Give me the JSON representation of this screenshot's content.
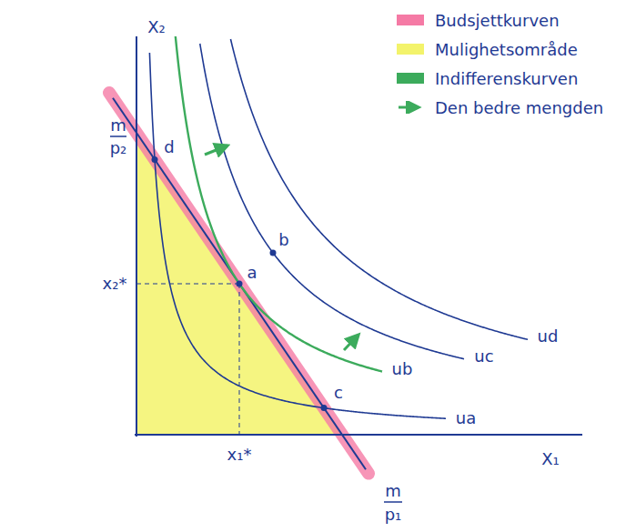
{
  "diagram": {
    "labels": [
      "X₂",
      "m",
      "p₂",
      "x₂*",
      "x₁*",
      "X₁",
      "m",
      "p₁",
      "d",
      "a",
      "b",
      "c",
      "ua",
      "ub",
      "uc",
      "ud"
    ],
    "legend": [
      {
        "text": "Budsjettkurven",
        "color": "#f57aa5"
      },
      {
        "text": "Mulighetsområde",
        "color": "#f3f36b"
      },
      {
        "text": "Indifferenskurven",
        "color": "#3cab5c"
      },
      {
        "text": "Den bedre mengden"
      }
    ]
  }
}
